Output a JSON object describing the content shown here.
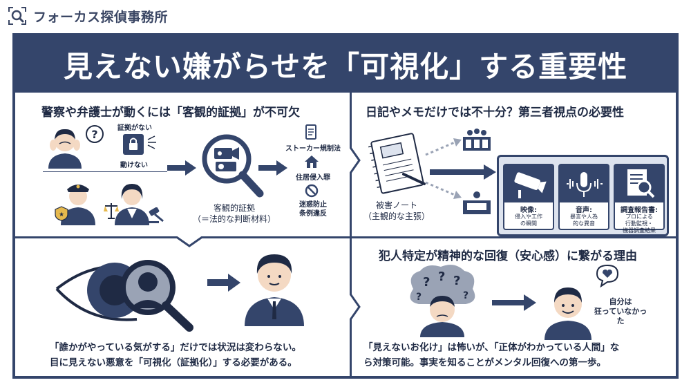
{
  "brand": {
    "name": "フォーカス探偵事務所",
    "logo_icon": "magnifier-logo-icon"
  },
  "title": "見えない嫌がらせを「可視化」する重要性",
  "colors": {
    "navy": "#34456b",
    "light_panel": "#dde3ee",
    "white": "#ffffff"
  },
  "panels": {
    "top_left": {
      "title": "警察や弁護士が動くには「客観的証拠」が不可欠",
      "no_evidence": "証拠がない",
      "cannot_act": "動けない",
      "evidence_label": "客観的証拠",
      "evidence_sub": "（＝法的な判断材料）",
      "laws": [
        "ストーカー規制法",
        "住居侵入罪",
        "迷惑防止\n条例違反"
      ]
    },
    "top_right": {
      "title": "日記やメモだけでは不十分？第三者視点の必要性",
      "note_label": "被害ノート",
      "note_sub": "（主観的な主張）",
      "cards": [
        {
          "title": "映像:",
          "text": "侵入や工作\nの瞬間",
          "icon": "cctv-camera-icon"
        },
        {
          "title": "音声:",
          "text": "暴言や人為\n的な異音",
          "icon": "microphone-icon"
        },
        {
          "title": "調査報告書:",
          "text": "プロによる\n行動監視・\n機器調査結果",
          "icon": "report-search-icon"
        }
      ]
    },
    "bottom_left": {
      "caption_1": "「誰かがやっている気がする」だけでは状況は変わらない。",
      "caption_2": "目に見えない悪意を「可視化（証拠化）」する必要がある。"
    },
    "bottom_right": {
      "title": "犯人特定が精神的な回復（安心感）に繋がる理由",
      "speech": "自分は\n狂っていなかった",
      "caption_1": "「見えないお化け」は怖いが、「正体がわかっている人間」な",
      "caption_2": "ら対策可能。事実を知ることがメンタル回復への第一歩。"
    }
  }
}
